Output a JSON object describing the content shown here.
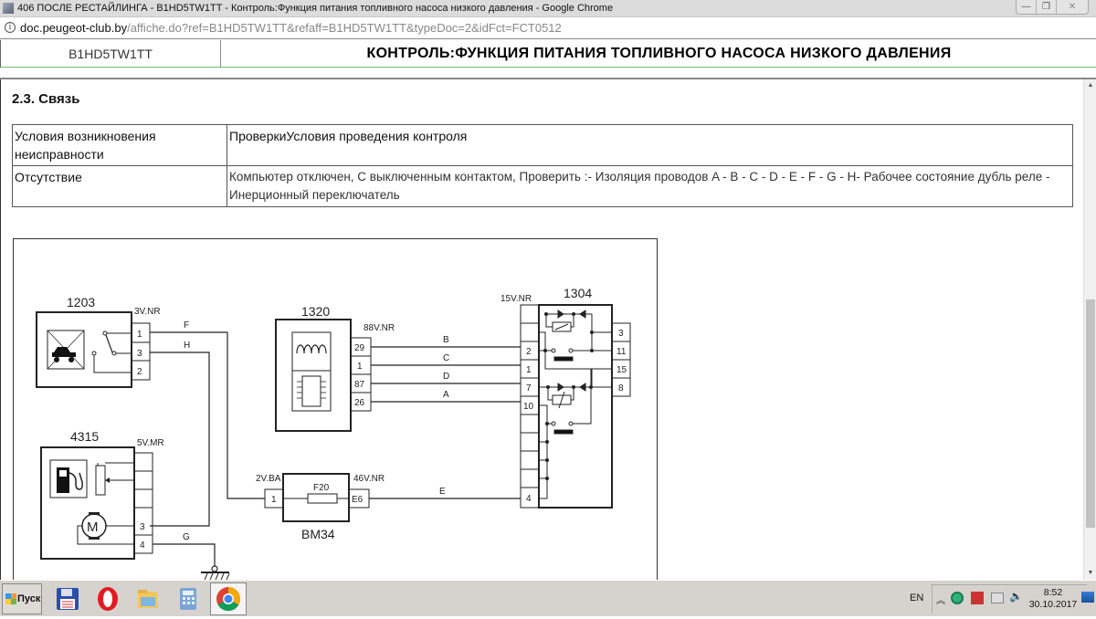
{
  "window": {
    "title": "406 ПОСЛЕ РЕСТАЙЛИНГА - B1HD5TW1TT - Контроль:Функция питания топливного насоса низкого давления - Google Chrome",
    "buttons": {
      "minimize": "—",
      "restore": "❐",
      "close": "✕"
    }
  },
  "address_bar": {
    "host": "doc.peugeot-club.by",
    "path": "/affiche.do?ref=B1HD5TW1TT&refaff=B1HD5TW1TT&typeDoc=2&idFct=FCT0512"
  },
  "doc_header": {
    "code": "B1HD5TW1TT",
    "title": "КОНТРОЛЬ:ФУНКЦИЯ ПИТАНИЯ ТОПЛИВНОГО НАСОСА НИЗКОГО ДАВЛЕНИЯ"
  },
  "section": {
    "title": "2.3. Связь",
    "table": {
      "headers": [
        "Условия возникновения неисправности",
        "ПроверкиУсловия проведения контроля"
      ],
      "rows": [
        [
          "Отсутствие",
          "Компьютер отключен, С выключенным контактом, Проверить :- Изоляция проводов A - B - C - D - E - F - G - H- Рабочее состояние дубль реле - Инерционный переключатель"
        ]
      ]
    }
  },
  "diagram": {
    "components": {
      "c1203": {
        "id": "1203",
        "connector": "3V.NR",
        "pins": [
          "1",
          "3",
          "2"
        ]
      },
      "c4315": {
        "id": "4315",
        "connector": "5V.MR",
        "pins": [
          "3",
          "4"
        ]
      },
      "c1320": {
        "id": "1320",
        "connector": "88V.NR",
        "pins": [
          "29",
          "1",
          "87",
          "26"
        ]
      },
      "c1304": {
        "id": "1304",
        "connector": "15V.NR",
        "pins_left": [
          "2",
          "1",
          "7",
          "10",
          "4"
        ],
        "pins_right": [
          "3",
          "11",
          "15",
          "8"
        ]
      },
      "bm34": {
        "id": "BM34",
        "fuse": "F20",
        "connector_in": "2V.BA",
        "pin_in": "1",
        "connector_out": "46V.NR",
        "pin_out": "E6"
      }
    },
    "wires": [
      "F",
      "H",
      "B",
      "C",
      "D",
      "A",
      "E",
      "G"
    ],
    "motor_label": "M"
  },
  "taskbar": {
    "start_label": "Пуск",
    "pinned": [
      "save-app",
      "opera",
      "file-explorer",
      "calculator",
      "chrome"
    ],
    "language": "EN",
    "time": "8:52",
    "date": "30.10.2017"
  }
}
